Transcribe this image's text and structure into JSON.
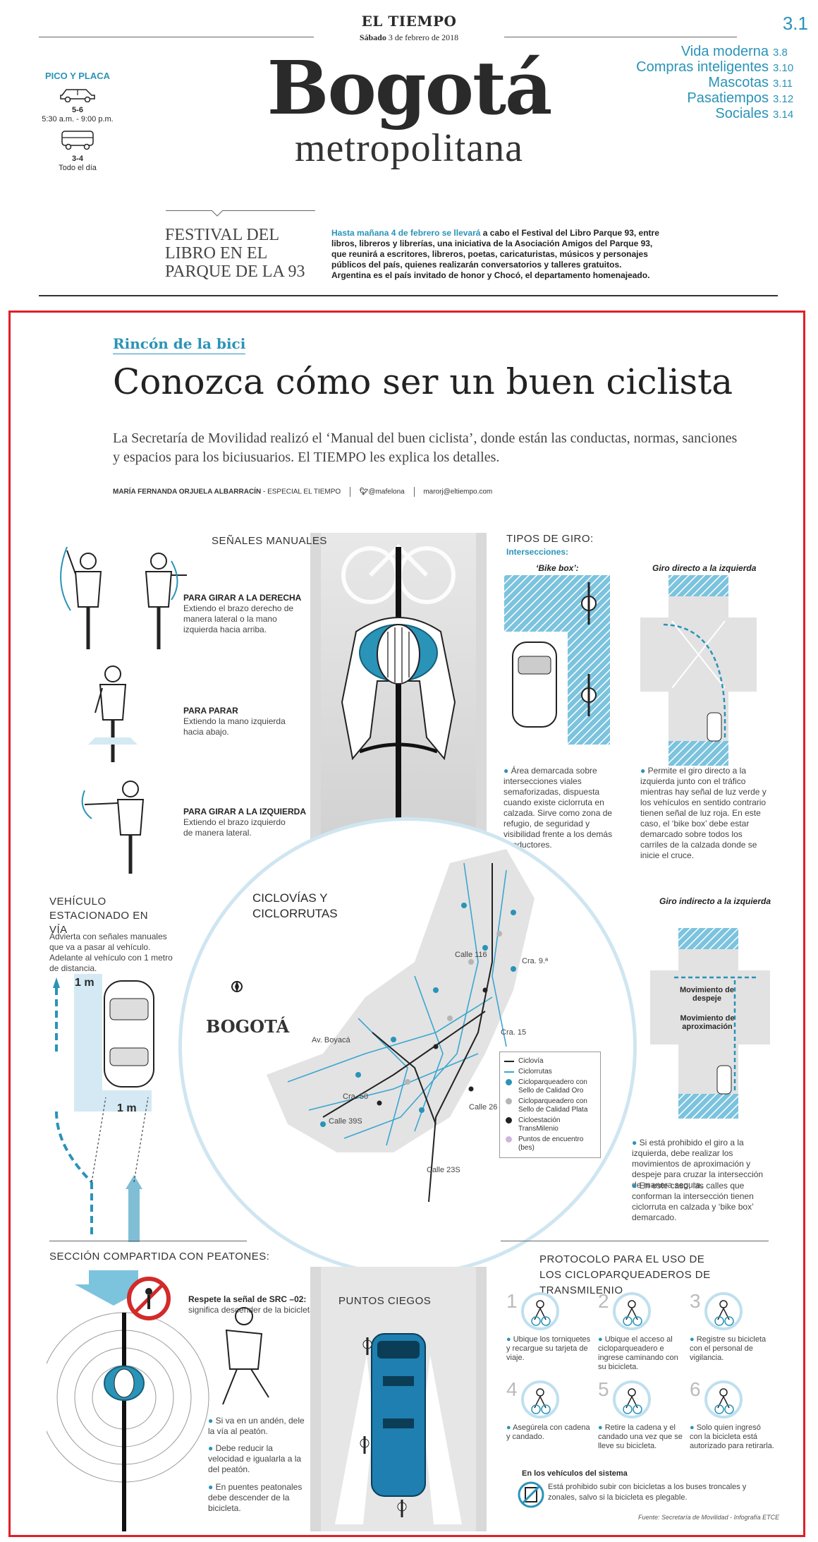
{
  "masthead": {
    "paper_name": "EL TIEMPO",
    "day": "Sábado",
    "date": "3 de febrero de 2018",
    "section_number": "3.1",
    "section_title": "Bogotá",
    "section_subtitle": "metropolitana"
  },
  "pico_placa": {
    "heading": "PICO Y PLACA",
    "cars_digits": "5-6",
    "cars_hours": "5:30 a.m. - 9:00 p.m.",
    "taxi_digits": "3-4",
    "taxi_hours": "Todo el día"
  },
  "toc": [
    {
      "label": "Vida moderna",
      "page": "3.8"
    },
    {
      "label": "Compras inteligentes",
      "page": "3.10"
    },
    {
      "label": "Mascotas",
      "page": "3.11"
    },
    {
      "label": "Pasatiempos",
      "page": "3.12"
    },
    {
      "label": "Sociales",
      "page": "3.14"
    }
  ],
  "teaser": {
    "title": "FESTIVAL DEL LIBRO EN EL PARQUE DE LA 93",
    "lead": "Hasta mañana 4 de febrero se llevará",
    "body": " a cabo el Festival del Libro Parque 93, entre libros, libreros y librerías, una iniciativa de la Asociación Amigos del Parque 93, que reunirá a escritores, libreros, poetas, caricaturistas, músicos y personajes públicos del país, quienes realizarán conversatorios y talleres gratuitos. Argentina es el país invitado de honor y Chocó, el departamento homenajeado."
  },
  "article": {
    "kicker": "Rincón de la bici",
    "headline": "Conozca cómo ser un buen ciclista",
    "deck": "La Secretaría de Movilidad realizó el ‘Manual del buen ciclista’, donde están las conductas, normas, sanciones y espacios para los biciusuarios. El TIEMPO les explica los detalles.",
    "author": "MARÍA FERNANDA ORJUELA ALBARRACÍN",
    "author_role": " - ESPECIAL EL TIEMPO",
    "twitter": "@mafelona",
    "email": "marorj@eltiempo.com"
  },
  "signals": {
    "title": "SEÑALES MANUALES",
    "items": [
      {
        "label": "PARA GIRAR A LA DERECHA",
        "text": "Extiendo el brazo derecho de manera lateral o la mano izquierda hacia arriba."
      },
      {
        "label": "PARA PARAR",
        "text": "Extiendo la mano izquierda hacia abajo."
      },
      {
        "label": "PARA GIRAR A LA IZQUIERDA",
        "text": "Extiendo el brazo izquierdo de manera lateral."
      }
    ]
  },
  "parked": {
    "title": "VEHÍCULO ESTACIONADO EN VÍA",
    "text": "Advierta con señales manuales que va a pasar al vehículo. Adelante al vehículo con 1 metro de distancia.",
    "dist_top": "1 m",
    "dist_side": "1 m"
  },
  "turns": {
    "title": "TIPOS DE GIRO:",
    "subtitle": "Intersecciones:",
    "bike_box": {
      "label": "‘Bike box’:",
      "text": "Área demarcada sobre intersecciones viales semaforizadas, dispuesta cuando existe ciclorruta en calzada. Sirve como zona de refugio, de seguridad y visibilidad frente a los demás conductores."
    },
    "direct": {
      "label": "Giro directo a la izquierda",
      "text": "Permite el giro directo a la izquierda junto con el tráfico mientras hay señal de luz verde y los vehículos en sentido contrario tienen señal de luz roja. En este caso, el ‘bike box’ debe estar demarcado sobre todos los carriles de la calzada donde se inicie el cruce."
    },
    "indirect": {
      "label": "Giro indirecto  a la izquierda",
      "m1": "Movimiento de despeje",
      "m2": "Movimiento de aproximación",
      "text1": "Si está prohibido el giro a la izquierda, debe realizar los movimientos de aproximación y despeje para cruzar la intersección de manera segura.",
      "text2": "En este caso, las calles que conforman la intersección tienen ciclorruta en calzada y ‘bike box’ demarcado."
    }
  },
  "map": {
    "title": "CICLOVÍAS Y CICLORRUTAS",
    "city": "BOGOTÁ",
    "streets": [
      "Calle 116",
      "Cra. 9.ª",
      "Cra. 15",
      "Av. Boyacá",
      "Cra. 50",
      "Calle 39S",
      "Calle 26",
      "Calle 23S"
    ],
    "legend": [
      {
        "label": "Ciclovía",
        "color": "#222222",
        "kind": "line"
      },
      {
        "label": "Ciclorrutas",
        "color": "#3ba6d0",
        "kind": "line"
      },
      {
        "label": "Cicloparqueadero con Sello de Calidad Oro",
        "color": "#2a93b8",
        "kind": "dot"
      },
      {
        "label": "Cicloparqueadero con Sello de Calidad Plata",
        "color": "#b5b5b5",
        "kind": "dot"
      },
      {
        "label": "Cicloestación TransMilenio",
        "color": "#222222",
        "kind": "dot"
      },
      {
        "label": "Puntos de encuentro (bes)",
        "color": "#cdb6dc",
        "kind": "dot"
      }
    ]
  },
  "shared": {
    "title": "SECCIÓN COMPARTIDA CON PEATONES:",
    "sign_title": "Respete la señal de SRC –02:",
    "sign_text": "significa descender de la bicicleta",
    "bullets": [
      "Si va en un andén, dele la vía al peatón.",
      "Debe reducir la velocidad e igualarla a la del peatón.",
      "En puentes peatonales debe descender de la bicicleta."
    ]
  },
  "blind": {
    "title": "PUNTOS CIEGOS"
  },
  "protocol": {
    "title": "PROTOCOLO PARA EL USO DE LOS CICLOPARQUEADEROS DE TRANSMILENIO",
    "steps": [
      {
        "n": "1",
        "text": "Ubique los torniquetes y recargue su tarjeta de viaje."
      },
      {
        "n": "2",
        "text": "Ubique el acceso al cicloparqueadero e ingrese caminando con su bicicleta."
      },
      {
        "n": "3",
        "text": "Registre su bicicleta con el personal de vigilancia."
      },
      {
        "n": "4",
        "text": "Asegúrela con cadena y candado."
      },
      {
        "n": "5",
        "text": "Retire la cadena y el candado una vez que se lleve su bicicleta."
      },
      {
        "n": "6",
        "text": "Solo quien ingresó con la bicicleta está autorizado para retirarla."
      }
    ],
    "vehicles_title": "En los vehículos del sistema",
    "vehicles_text": "Está prohibido subir con bicicletas a los buses troncales y zonales, salvo si la bicicleta es plegable."
  },
  "source": "Fuente: Secretaría de Movilidad - Infografía ETCE"
}
